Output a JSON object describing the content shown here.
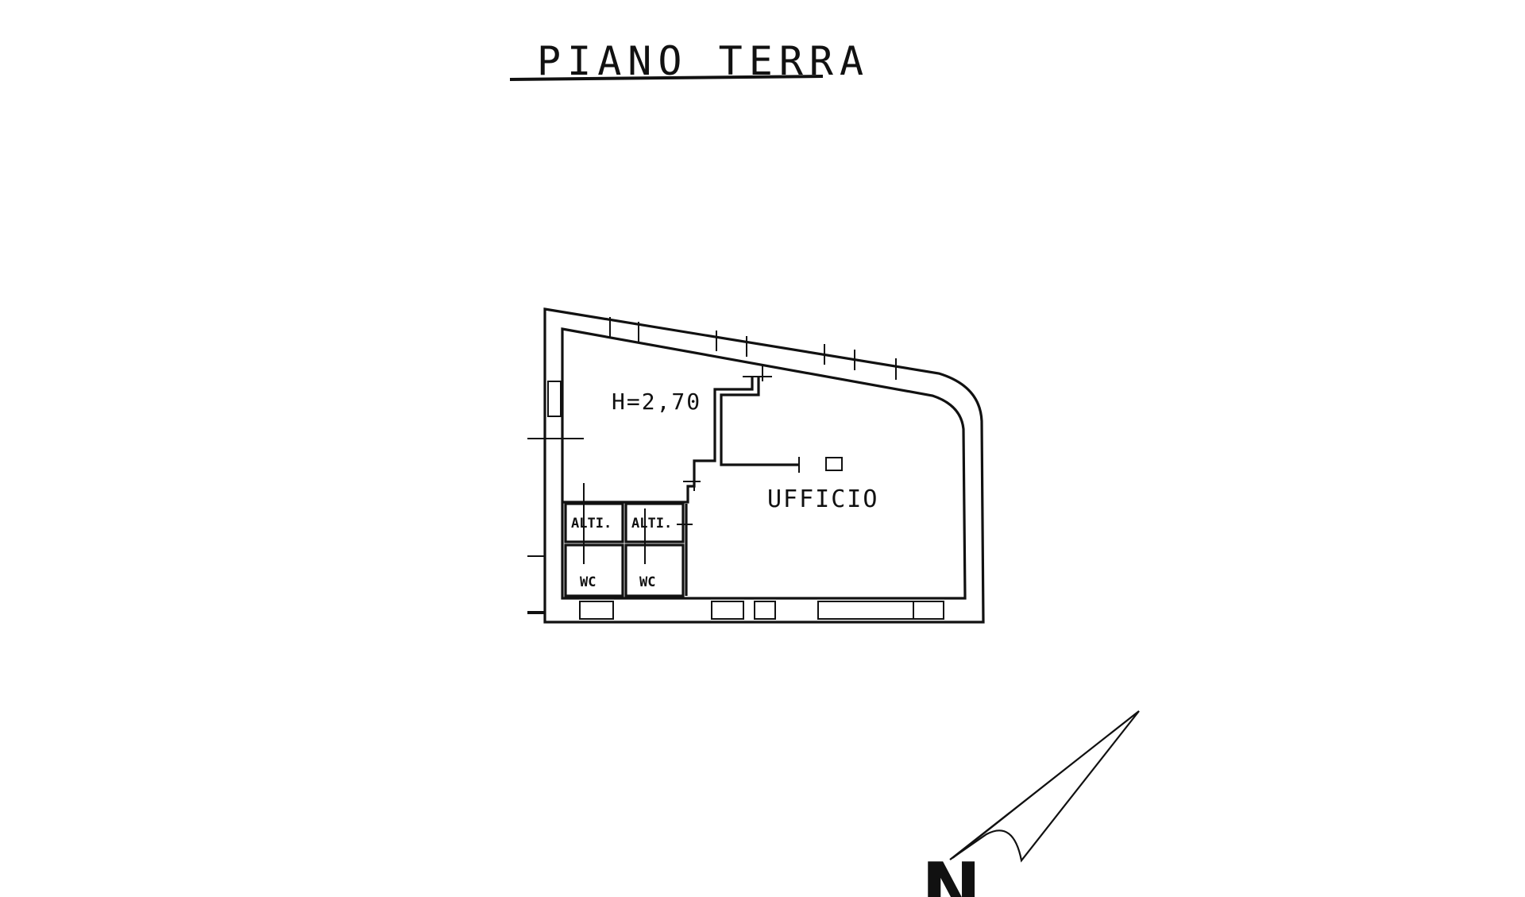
{
  "title": "PIANO TERRA",
  "labels": {
    "height": "H=2,70",
    "office": "UFFICIO",
    "storage_1": "ALTI.",
    "storage_2": "ALTI.",
    "wc_1": "WC",
    "wc_2": "WC"
  },
  "north_symbol": "N",
  "colors": {
    "ink": "#111111",
    "paper": "#ffffff"
  }
}
